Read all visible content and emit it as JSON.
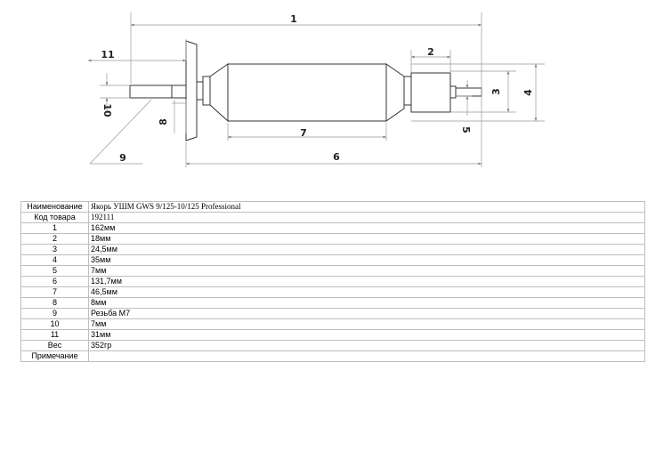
{
  "drawing": {
    "labels": {
      "d1": "1",
      "d2": "2",
      "d3": "3",
      "d4": "4",
      "d5": "5",
      "d6": "6",
      "d7": "7",
      "d8": "8",
      "d9": "9",
      "d10": "10",
      "d11": "11"
    }
  },
  "table": {
    "rows": [
      {
        "key": "Наименование",
        "value": "Якорь УШМ GWS 9/125-10/125 Professional"
      },
      {
        "key": "Код товара",
        "value": "192111"
      },
      {
        "key": "1",
        "value": "162мм"
      },
      {
        "key": "2",
        "value": "18мм"
      },
      {
        "key": "3",
        "value": "24,5мм"
      },
      {
        "key": "4",
        "value": "35мм"
      },
      {
        "key": "5",
        "value": "7мм"
      },
      {
        "key": "6",
        "value": "131,7мм"
      },
      {
        "key": "7",
        "value": "46,5мм"
      },
      {
        "key": "8",
        "value": "8мм"
      },
      {
        "key": "9",
        "value": "Резьба М7"
      },
      {
        "key": "10",
        "value": "7мм"
      },
      {
        "key": "11",
        "value": "31мм"
      },
      {
        "key": "Вес",
        "value": "352гр"
      },
      {
        "key": "Примечание",
        "value": ""
      }
    ]
  }
}
